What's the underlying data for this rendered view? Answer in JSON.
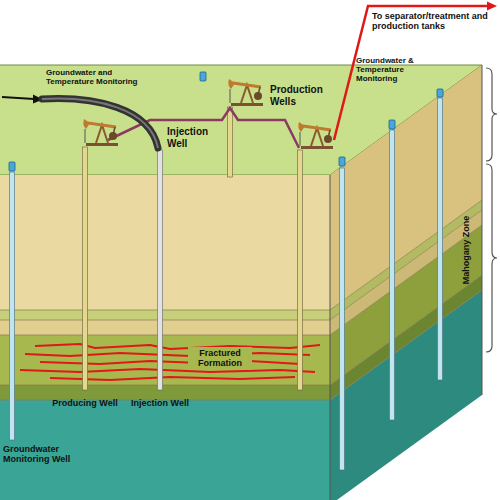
{
  "diagram": {
    "labels": [
      "To separator/treatment and production tanks",
      "Groundwater and Temperature Monitoring",
      "Production Wells",
      "Injection Well",
      "Groundwater & Temperature Monitoring",
      "Mahogany Zone",
      "Fractured Formation",
      "Producing Well",
      "Injection Well",
      "Groundwater Monitoring Well"
    ]
  }
}
